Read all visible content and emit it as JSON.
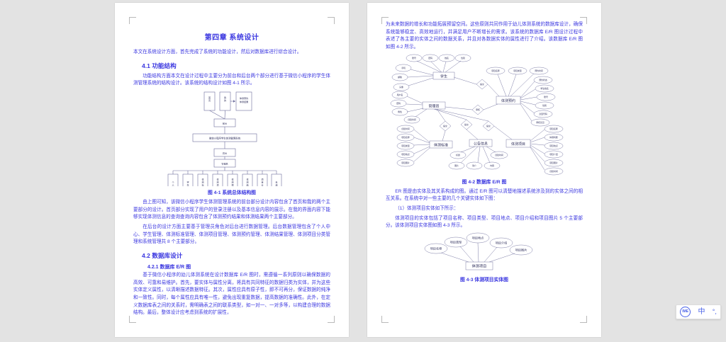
{
  "app": {
    "background_color": "#e3e3e3",
    "page_color": "#ffffff",
    "text_color": "#3b37e0"
  },
  "left_page": {
    "chapter_title": "第四章  系统设计",
    "intro": "本文在系统设计方面，首先完成了系统的功能设计，然后对数据库进行综合设计。",
    "section_41": "4.1 功能结构",
    "para_41_1": "功能结构方面本文在设计过程中主要分为前台和后台两个部分进行基于微信小程序的学生体测管理系统的结构设计。该系统的结构设计如图 4-1 所示。",
    "fig41_caption": "图 4-1 系统总体结构图",
    "fig41": {
      "root": "微信小程序学生体测管理系统",
      "front_label": "前台",
      "back_label": "后台",
      "admin_label": "管理员",
      "front_children": [
        "首页",
        "我的",
        "体测预约\\n体测结果"
      ],
      "admin_children": [
        "个人中心",
        "学生管理",
        "体测标准管理",
        "体测项目管理",
        "体测预约管理",
        "体测结果管理",
        "项目分类管理",
        "系统管理"
      ]
    },
    "para_41_2": "由上图可知，该微信小程序学生体测管理系统的前台部分设计内容包含了首页和我的两个主要部分的设计。首页部分实现了用户的登录注册以及基本信息内容的展示。在我的界面内容下能够实现体测信息的查询查询内容包含了体测预约结果和体测结果两个主要部分。",
    "para_41_3": "在后台的设计方面主要基于管理员角色对后台进行数据管理。后台数据管理包含了个人中心、学生管理、体测标准管理、体测项目管理、体测预约管理、体测结果管理、体测项目分类管理和系统管理共 8 个主要部分。",
    "section_42": "4.2 数据库设计",
    "subsection_421": "4.2.1 数据库 E/R 图",
    "para_421_1": "基于微信小程序的幼儿体测系统在设计数据库 E/R 图时，需遵循一系列原则以确保数据的高效、可靠和易维护。首先，要实体与属性分离，将具有共同特征的数据归类为实体，并为这些实体定义属性，以清晰描述数据特征。其次，属性应具有原子性，即不可再分，保证数据的纯净和一致性。同时，每个属性应具有唯一性，避免出现重复数据，提高数据的准确性。此外，在定义数据库表之间的关系时，需明确表之间的联系类型，如一对一、一对多等，以构建合理的数据结构。最后，整体设计应考虑到系统的扩展性，"
  },
  "right_page": {
    "para_top": "为未来数据的增长和功能拓展预留空间。这些原则共同作用于幼儿体测系统的数据库设计，确保系统能够稳定、高效地运行，并满足用户不断增长的需求。该系统的数据库 E/R 图设计过程中表述了各主要的实体之间的数据关系，并且对各数据实体的属性进行了介绍。该数据库 E/R 图如图 4-2 所示。",
    "fig42_caption": "图 4-2 数据库 E/R 图",
    "fig42": {
      "entities": [
        "学生",
        "管理员",
        "体测标准",
        "公告信息",
        "体测预约",
        "体测项目"
      ],
      "relationships": [
        "提交",
        "审核",
        "提交",
        "提交",
        "提交"
      ],
      "student_attrs": [
        "账号",
        "密码",
        "姓名",
        "性别",
        "手机",
        "邮箱",
        "头像"
      ],
      "admin_attrs": [
        "用户名",
        "密码",
        "角色",
        "创建时间"
      ],
      "standard_attrs": [
        "创建时间",
        "项目名称",
        "项目类型",
        "项目地点",
        "项目图片"
      ],
      "notice_attrs": [
        "标题",
        "图片",
        "简介",
        "内容",
        "创建时间"
      ],
      "booking_attrs": [
        "项目名称",
        "项目类型",
        "预约时间",
        "预约状态",
        "学生姓名",
        "账号",
        "性别",
        "身型号码",
        "审核意见"
      ],
      "project_attrs": [
        "项目名称",
        "体测判断",
        "项目地点",
        "项目介绍",
        "项目图片",
        "创建时间"
      ]
    },
    "para_mid_1": "ER 图是由实体及其关系构成的图。通过 E/R 图可以清楚地描述系统涉及到的实体之间的相互关系。在系统中对一些主要的几个关键实体如下图：",
    "para_mid_2": "（1）体测项目实体如下所示：",
    "para_mid_3": "体测项目的实体包括了项目名称、项目类型、项目地点、项目介绍和项目图片 5 个主要部分。该体测项目实体图如图 4-3 所示。",
    "fig43_caption": "图 4-3 体测项目实体图",
    "fig43": {
      "entity": "体测项目",
      "attrs": [
        "项目名称",
        "项目类型",
        "项目地点",
        "项目介绍",
        "项目图片"
      ]
    }
  },
  "ime": {
    "logo_label": "IME",
    "mode_label": "中",
    "punct_label": "°,"
  }
}
